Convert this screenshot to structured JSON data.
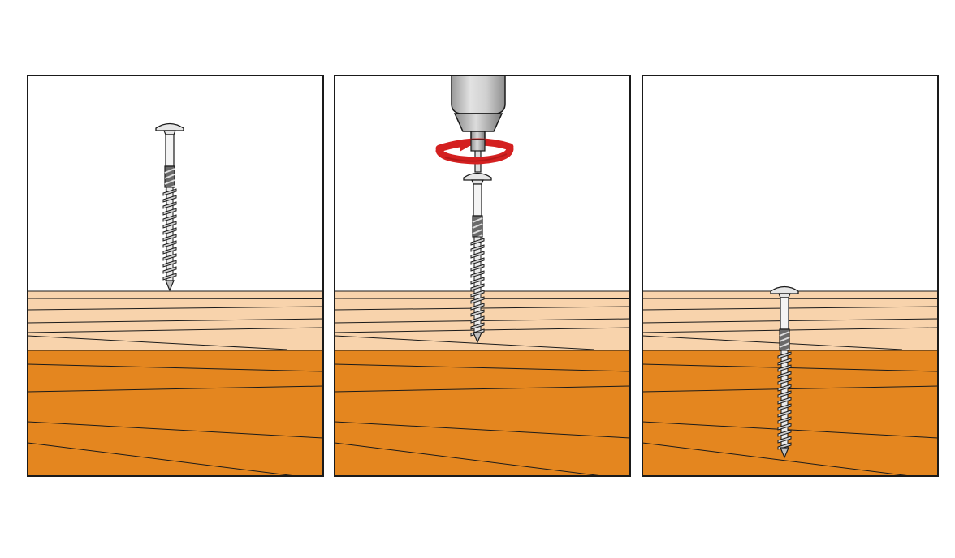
{
  "diagram": {
    "panels": [
      {
        "id": "panel-1",
        "step": "screw-positioned-above-wood",
        "has_drill": false,
        "screw_state": "above"
      },
      {
        "id": "panel-2",
        "step": "drill-driving-screw",
        "has_drill": true,
        "screw_state": "partial"
      },
      {
        "id": "panel-3",
        "step": "screw-fully-driven",
        "has_drill": false,
        "screw_state": "flush"
      }
    ],
    "materials": [
      "top-layer-light-wood",
      "bottom-layer-dark-wood"
    ]
  },
  "colors": {
    "outline": "#1a1a1a",
    "light_wood": "#f8d3ac",
    "dark_wood": "#e4861f",
    "rotation_arrow": "#d42020",
    "drill_body": "#c8c8c8",
    "screw_metal": "#e6e6e6",
    "background": "#ffffff"
  },
  "icons": {
    "screw": "screw-icon",
    "drill": "drill-icon",
    "rotation": "rotation-arrow-icon"
  }
}
